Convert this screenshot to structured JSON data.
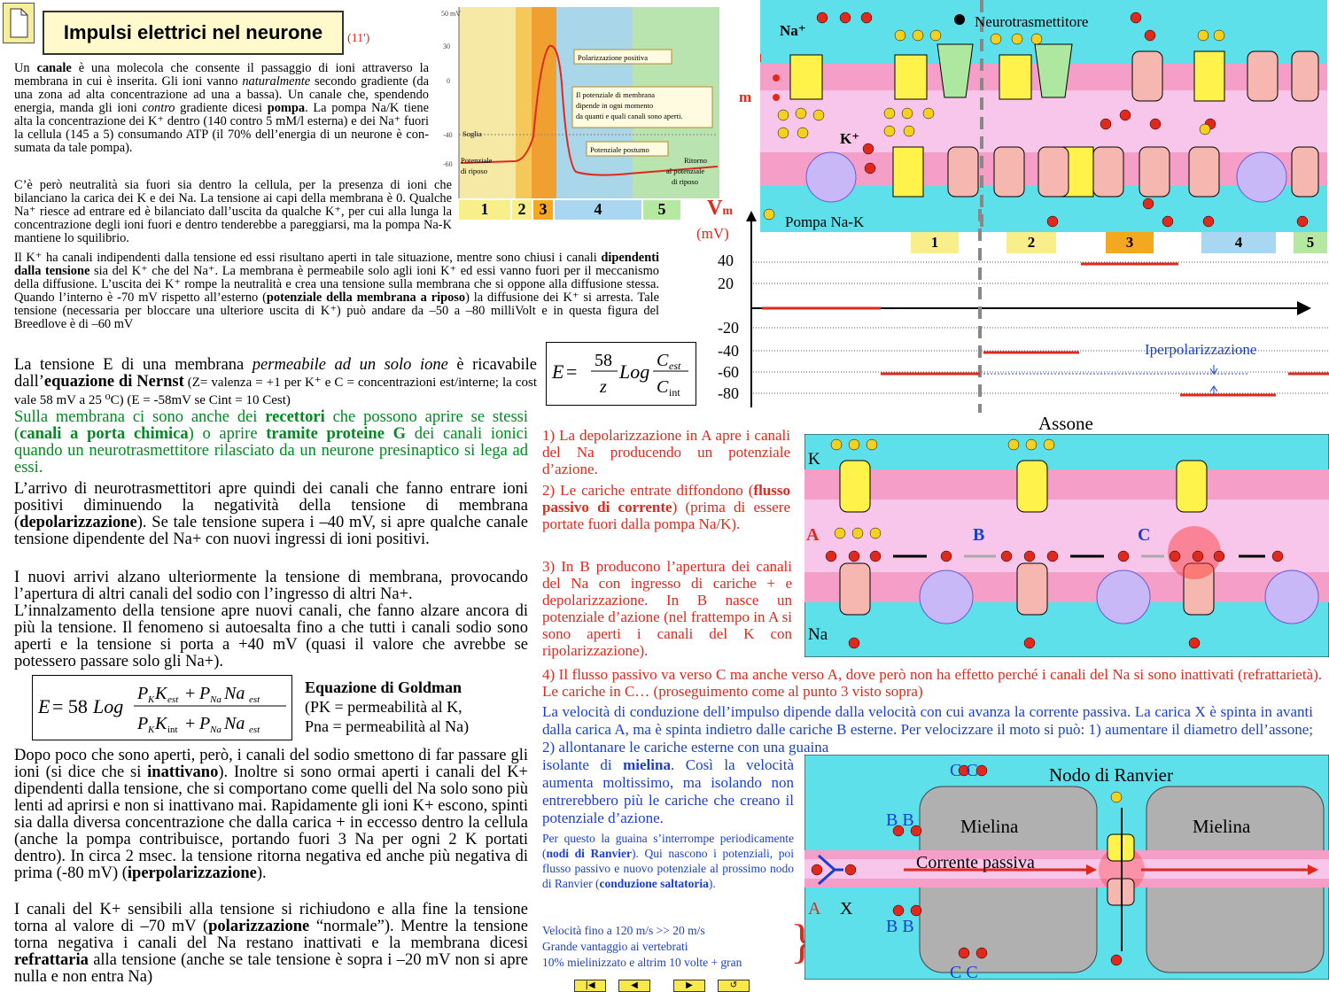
{
  "header": {
    "title": "Impulsi elettrici nel neurone",
    "duration": "(11')"
  },
  "left": {
    "p1_a": "Un ",
    "p1_b": "canale",
    "p1_c": " è una molecola che consente il passaggio di ioni attraverso la membrana in cui è inserita. Gli ioni vanno ",
    "p1_d": "naturalmente",
    "p1_e": " secondo gradiente (da una zona ad alta concentrazione ad una a bassa). Un canale che, spendendo energia, manda gli ioni ",
    "p1_f": "contro",
    "p1_g": " gradiente dicesi ",
    "p1_h": "pompa",
    "p1_i": ". La pompa Na/K tiene alta la concentrazione dei K⁺ dentro (140 contro 5 mM/l esterna) e dei Na⁺ fuori la cellula (145 a 5) consumando ATP (il 70% dell’energia di un neurone è con-sumata da tale pompa).",
    "p2": "C’è però neutralità sia fuori sia dentro la cellula, per la presenza di ioni che bilanciano la carica dei K e dei Na. La tensione ai capi della membrana è 0. Qualche Na⁺ riesce ad entrare ed è bilanciato dall’uscita da qualche K⁺, per cui alla lunga la concentrazione degli ioni fuori e dentro tenderebbe a pareggiarsi, ma la pompa Na-K mantiene lo squilibrio.",
    "p3_a": "Il K⁺ ha canali indipendenti dalla tensione ed essi risultano aperti in tale situazione, mentre sono chiusi i canali ",
    "p3_b": "dipendenti dalla tensione",
    "p3_c": " sia del K⁺ che del Na⁺. La membrana è permeabile solo agli ioni K⁺ ed essi vanno fuori per il meccanismo della diffusione. L’uscita dei K⁺ rompe la neutralità e crea una tensione sulla membrana che si oppone alla diffusione stessa. Quando l’interno è -70 mV rispetto all’esterno (",
    "p3_d": "potenziale della membrana a riposo",
    "p3_e": ") la diffusione dei K⁺ si arresta. Tale tensione (necessaria per bloccare una ulteriore uscita di K⁺) può andare da –50 a –80 milliVolt e in questa figura del Breedlove è di –60 mV",
    "nernst_a": "La tensione E di una membrana ",
    "nernst_b": "permeabile ad un solo ione",
    "nernst_c": " è ricavabile dall’",
    "nernst_d": "equazione di Nernst",
    "nernst_small": " (Z= valenza = +1 per K⁺ e C = concentrazioni est/interne; la cost vale 58 mV a 25 ⁰C)  (E = -58mV se Cint = 10 Cest)",
    "green_a": "Sulla membrana ci sono anche dei ",
    "green_b": "recettori",
    "green_c": " che possono aprire se stessi (",
    "green_d": "canali a porta chimica",
    "green_e": ") o aprire ",
    "green_f": "tramite proteine G",
    "green_g": " dei canali ionici quando un neurotrasmettitore rilasciato da un neurone presinaptico si lega ad essi.",
    "p4_a": "L’arrivo di neurotrasmettitori apre quindi dei canali che fanno entrare ioni positivi diminuendo la negatività della tensione di membrana (",
    "p4_b": "depolarizzazione",
    "p4_c": "). Se tale tensione supera i –40 mV, si apre qualche canale tensione dipendente del Na+ con nuovi ingressi di ioni positivi.",
    "p5": "I nuovi arrivi alzano ulteriormente la tensione di membrana, provocando l’apertura di altri canali del sodio con l’ingresso di altri Na+.",
    "p6": "L’innalzamento della tensione apre nuovi canali, che fanno alzare ancora di più la tensione. Il fenomeno si autoesalta fino a che tutti i canali sodio sono aperti e la tensione si porta a +40 mV (quasi il valore che avrebbe se potessero passare solo gli Na+).",
    "goldman_title": "Equazione di Goldman",
    "goldman_l1": "(PK = permeabilità al K,",
    "goldman_l2": "Pna = permeabilità al Na)",
    "p7_a": "Dopo poco che sono aperti, però, i canali del sodio smettono di far passare gli ioni (si dice che si ",
    "p7_b": "inattivano",
    "p7_c": "). Inoltre si sono ormai aperti i canali del K+ dipendenti dalla tensione, che si comportano come quelli del Na solo sono più lenti ad aprirsi e non si inattivano mai. Rapidamente gli ioni K+ escono, spinti sia dalla diversa concentrazione che dalla carica + in eccesso dentro la cellula (anche la pompa contribuisce, portando fuori 3 Na per ogni 2 K portati dentro). In circa 2 msec. la tensione ritorna negativa ed anche più negativa di prima (-80 mV) (",
    "p7_d": "iperpolarizzazione",
    "p7_e": ").",
    "p8_a": "I canali del K+ sensibili alla tensione si richiudono e alla fine la tensione torna al valore di –70 mV (",
    "p8_b": "polarizzazione",
    "p8_c": " “normale”). Mentre la tensione torna negativa i canali del Na restano inattivati e la membrana dicesi ",
    "p8_d": "refrattaria",
    "p8_e": " alla tensione (anche se tale tensione è sopra i –20 mV non si apre nulla e non entra Na)"
  },
  "graph": {
    "labels": [
      "50 mV",
      "30",
      "0",
      "-40",
      "-60"
    ],
    "pol_pos": "Polarizzazione positiva",
    "explain": "Il potenziale di membrana dipende in ogni momento da quanti e quali canali sono aperti.",
    "soglia": "Soglia",
    "riposo": "Potenziale di riposo",
    "postumo": "Potenziale postumo",
    "ritorno": "Ritorno al potenziale di riposo",
    "phases": [
      "1",
      "2",
      "3",
      "4",
      "5"
    ]
  },
  "membrane": {
    "na": "Na⁺",
    "k": "K⁺",
    "neuro": "Neurotrasmettitore",
    "m": "m",
    "pump": "Pompa Na-K",
    "vm": "Vm",
    "unit": "(mV)",
    "phases": [
      "1",
      "2",
      "3",
      "4",
      "5"
    ],
    "yticks": [
      "40",
      "20",
      "-20",
      "-40",
      "-60",
      "-80"
    ],
    "iper": "Iperpolarizzazione"
  },
  "mid": {
    "r1": "1) La depolarizzazione in A apre i canali del Na producendo un potenziale d’azione.",
    "r2_a": "2) Le cariche entrate diffondono (",
    "r2_b": "flusso passivo di corrente",
    "r2_c": ") (prima di essere portate fuori dalla pompa Na/K).",
    "r3": "3) In B producono l’apertura dei canali del Na con ingresso di cariche + e depolarizzazione. In B nasce un potenziale d’azione (nel frattempo in A si sono aperti i canali del K con ripolarizzazione).",
    "r4": "4) Il flusso passivo va verso C ma anche verso A, dove però non ha effetto perché i canali del Na si sono inattivati (refrattarietà). Le cariche in C… (proseguimento come al punto 3 visto sopra)",
    "b1": "La velocità di conduzione dell’impulso dipende dalla velocità con cui avanza la corrente passiva. La carica X è spinta in avanti dalla carica A, ma è spinta indietro dalle cariche B esterne. Per velocizzare il moto si può: 1) aumentare il diametro dell’assone; 2) allontanare le cariche esterne con una guaina",
    "b2_a": "isolante di ",
    "b2_b": "mielina",
    "b2_c": ". Così la velocità aumenta moltissimo, ma isolando non entrerebbero più le cariche che creano il potenziale d’azione.",
    "b3_a": "Per questo la guaina s’interrompe periodicamente (",
    "b3_b": "nodi di Ranvier",
    "b3_c": "). Qui nascono i potenziali, poi flusso passivo e nuovo potenziale al prossimo nodo di Ranvier (",
    "b3_d": "conduzione saltatoria",
    "b3_e": ").",
    "v1": "Velocità fino a 120 m/s >> 20 m/s",
    "v2": "Grande vantaggio ai vertebrati",
    "v3": "10% mielinizzato e altrim 10 volte + gran"
  },
  "axon": {
    "title": "Assone",
    "k": "K",
    "na": "Na",
    "a": "A",
    "b": "B",
    "c": "C"
  },
  "ranvier": {
    "title": "Nodo di Ranvier",
    "mielina": "Mielina",
    "corrente": "Corrente passiva",
    "a": "A",
    "x": "X",
    "b": "B",
    "c": "C"
  },
  "nav": [
    "|◀",
    "◀",
    "▶",
    "↺"
  ]
}
